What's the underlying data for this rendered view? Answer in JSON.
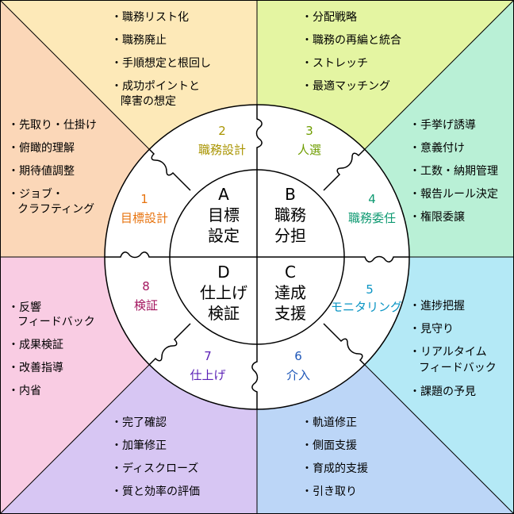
{
  "colors": {
    "top_left": "#fde9b8",
    "top_right": "#e4f5a2",
    "right_upper": "#b9f0d6",
    "right_lower": "#b4e9f6",
    "bottom_right": "#bcd6f7",
    "bottom_left": "#d7c6f3",
    "left_lower": "#f9cce3",
    "left_upper": "#fbd7b8",
    "step1": "#e7730e",
    "step2": "#a99400",
    "step3": "#6f9d00",
    "step4": "#0f9a72",
    "step5": "#0b95c4",
    "step6": "#1d56b8",
    "step7": "#5b21b6",
    "step8": "#a3165f"
  },
  "steps": [
    {
      "num": "1",
      "label": "目標設計"
    },
    {
      "num": "2",
      "label": "職務設計"
    },
    {
      "num": "3",
      "label": "人選"
    },
    {
      "num": "4",
      "label": "職務委任"
    },
    {
      "num": "5",
      "label": "モニタリング"
    },
    {
      "num": "6",
      "label": "介入"
    },
    {
      "num": "7",
      "label": "仕上げ"
    },
    {
      "num": "8",
      "label": "検証"
    }
  ],
  "core": [
    {
      "letter": "A",
      "line1": "目標",
      "line2": "設定"
    },
    {
      "letter": "B",
      "line1": "職務",
      "line2": "分担"
    },
    {
      "letter": "C",
      "line1": "達成",
      "line2": "支援"
    },
    {
      "letter": "D",
      "line1": "仕上げ",
      "line2": "検証"
    }
  ],
  "bullets": {
    "step2": [
      "・職務リスト化",
      "・職務廃止",
      "・手順想定と根回し",
      "・成功ポイントと",
      "障害の想定"
    ],
    "step3": [
      "・分配戦略",
      "・職務の再編と統合",
      "・ストレッチ",
      "・最適マッチング"
    ],
    "step4": [
      "・手挙げ誘導",
      "・意義付け",
      "・工数・納期管理",
      "・報告ルール決定",
      "・権限委譲"
    ],
    "step5": [
      "・進捗把握",
      "・見守り",
      "・リアルタイム",
      "フィードバック",
      "・課題の予見"
    ],
    "step6": [
      "・軌道修正",
      "・側面支援",
      "・育成的支援",
      "・引き取り"
    ],
    "step7": [
      "・完了確認",
      "・加筆修正",
      "・ディスクローズ",
      "・質と効率の評価"
    ],
    "step8": [
      "・反響",
      "フィードバック",
      "・成果検証",
      "・改善指導",
      "・内省"
    ],
    "step1": [
      "・先取り・仕掛け",
      "・俯瞰的理解",
      "・期待値調整",
      "・ジョブ・",
      "クラフティング"
    ]
  }
}
